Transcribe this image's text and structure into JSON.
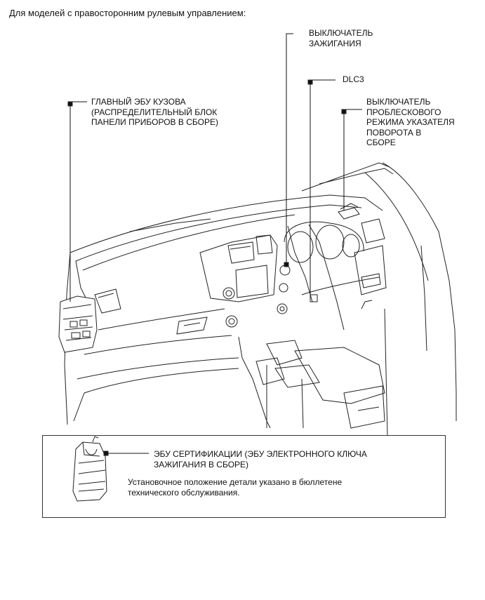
{
  "heading": "Для моделей с правосторонним рулевым управлением:",
  "callouts": {
    "ignition_switch": "ВЫКЛЮЧАТЕЛЬ\nЗАЖИГАНИЯ",
    "dlc3": "DLC3",
    "turn_signal_switch": "ВЫКЛЮЧАТЕЛЬ\nПРОБЛЕСКОВОГО\nРЕЖИМА УКАЗАТЕЛЯ\nПОВОРОТА В\nСБОРЕ",
    "main_body_ecu": "ГЛАВНЫЙ ЭБУ КУЗОВА\n(РАСПРЕДЕЛИТЕЛЬНЫЙ БЛОК\nПАНЕЛИ ПРИБОРОВ В СБОРЕ)"
  },
  "legend": {
    "title": "ЭБУ СЕРТИФИКАЦИИ (ЭБУ ЭЛЕКТРОННОГО КЛЮЧА\nЗАЖИГАНИЯ В СБОРЕ)",
    "note": "Установочное положение детали указано в бюллетене\nтехнического обслуживания."
  },
  "icons": {
    "dashboard": "dashboard-line-drawing",
    "ecu": "ecu-module-drawing"
  }
}
